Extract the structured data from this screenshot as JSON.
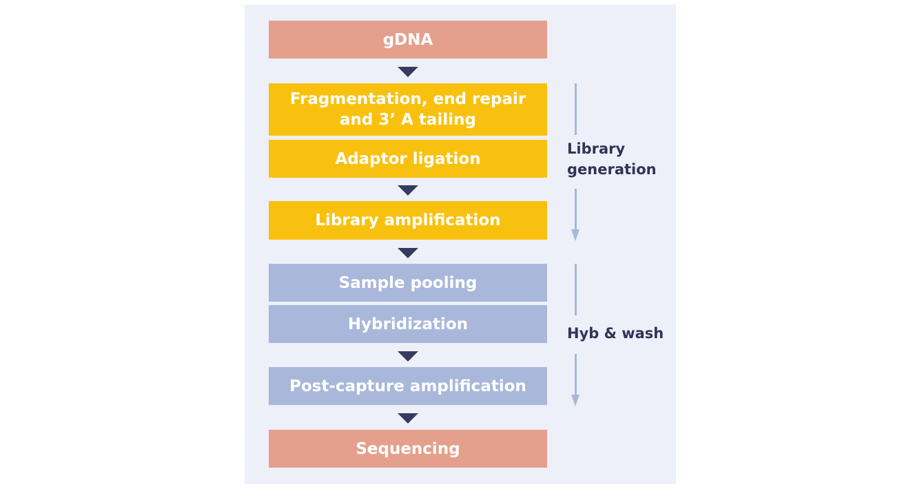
{
  "steps": {
    "gdna": "gDNA",
    "fragmentation": "Fragmentation, end repair\nand 3’ A tailing",
    "adaptor_ligation": "Adaptor ligation",
    "library_amplification": "Library amplification",
    "sample_pooling": "Sample pooling",
    "hybridization": "Hybridization",
    "post_capture": "Post-capture amplification",
    "sequencing": "Sequencing"
  },
  "phases": {
    "library_generation": "Library\ngeneration",
    "hyb_wash": "Hyb & wash"
  },
  "colors": {
    "endpoint": "#e4a08c",
    "library_steps": "#f9c10f",
    "capture_steps": "#a8b7da",
    "flow_arrow": "#363b60",
    "phase_arrow": "#a8b7da",
    "panel_background": "#eef0f9",
    "phase_text": "#2f3457"
  }
}
